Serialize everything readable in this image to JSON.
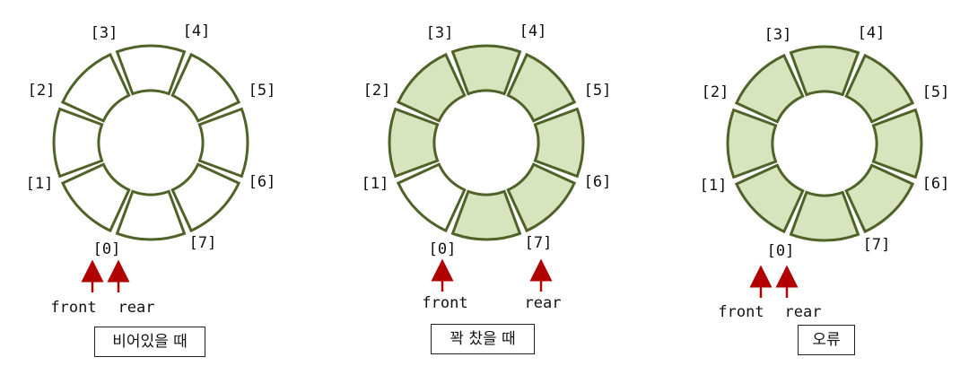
{
  "colors": {
    "outline": "#4f6228",
    "filled": "#d7e4bd",
    "empty": "#ffffff",
    "arrow": "#b00000"
  },
  "panels": [
    {
      "caption": "비어있을 때",
      "filled": [
        false,
        false,
        false,
        false,
        false,
        false,
        false,
        false
      ],
      "front_label": "front",
      "rear_label": "rear",
      "front_index": 0,
      "rear_index": 0
    },
    {
      "caption": "꽉 찼을 때",
      "filled": [
        false,
        true,
        true,
        true,
        true,
        true,
        true,
        true
      ],
      "front_label": "front",
      "rear_label": "rear",
      "front_index": 0,
      "rear_index": 7
    },
    {
      "caption": "오류",
      "filled": [
        true,
        true,
        true,
        true,
        true,
        true,
        true,
        true
      ],
      "front_label": "front",
      "rear_label": "rear",
      "front_index": 0,
      "rear_index": 0
    }
  ],
  "index_labels": [
    "[0]",
    "[1]",
    "[2]",
    "[3]",
    "[4]",
    "[5]",
    "[6]",
    "[7]"
  ]
}
